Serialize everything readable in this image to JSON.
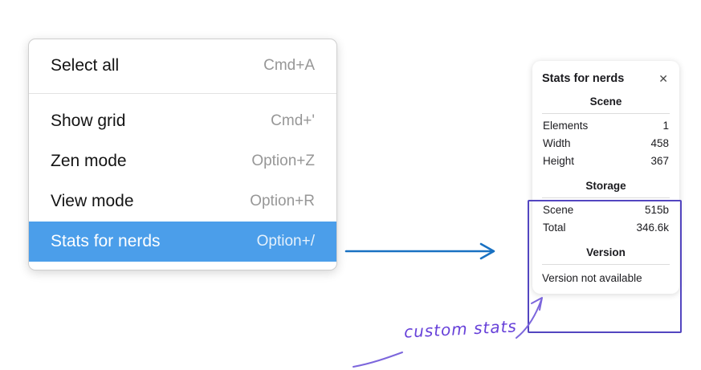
{
  "menu": {
    "items": [
      {
        "label": "Select all",
        "shortcut": "Cmd+A",
        "selected": false
      },
      {
        "label": "Show grid",
        "shortcut": "Cmd+'",
        "selected": false
      },
      {
        "label": "Zen mode",
        "shortcut": "Option+Z",
        "selected": false
      },
      {
        "label": "View mode",
        "shortcut": "Option+R",
        "selected": false
      },
      {
        "label": "Stats for nerds",
        "shortcut": "Option+/",
        "selected": true
      }
    ]
  },
  "stats_panel": {
    "title": "Stats for nerds",
    "close_icon": "✕",
    "scene": {
      "heading": "Scene",
      "rows": [
        {
          "label": "Elements",
          "value": "1"
        },
        {
          "label": "Width",
          "value": "458"
        },
        {
          "label": "Height",
          "value": "367"
        }
      ]
    },
    "storage": {
      "heading": "Storage",
      "rows": [
        {
          "label": "Scene",
          "value": "515b"
        },
        {
          "label": "Total",
          "value": "346.6k"
        }
      ]
    },
    "version": {
      "heading": "Version",
      "note": "Version not available"
    }
  },
  "annotation": {
    "label": "custom stats"
  },
  "colors": {
    "menu_highlight": "#4b9eea",
    "arrow_blue": "#1971c2",
    "annotation_violet": "#6741d9",
    "rect_violet": "#5346c0"
  }
}
